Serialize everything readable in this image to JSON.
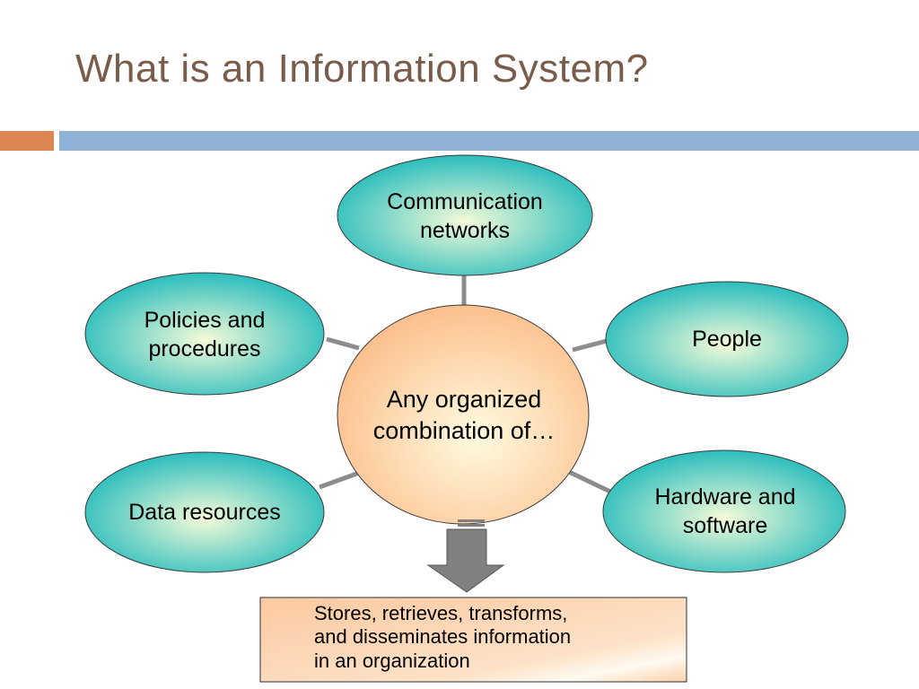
{
  "title": "What is an Information System?",
  "colors": {
    "title": "#7a5c4a",
    "accent_orange": "#dc8752",
    "accent_blue": "#8fb2d6",
    "teal_edge": "#2bbdbd",
    "teal_center": "#f5fbd8",
    "orange_center": "#fffbe0",
    "orange_edge": "#fcc08e",
    "connector": "#8c8c8c",
    "arrow": "#808080"
  },
  "diagram": {
    "center": "Any organized combination of…",
    "components": [
      {
        "id": "communication",
        "label": "Communication\nnetworks"
      },
      {
        "id": "people",
        "label": "People"
      },
      {
        "id": "hardware",
        "label": "Hardware and\nsoftware"
      },
      {
        "id": "data",
        "label": "Data resources"
      },
      {
        "id": "policies",
        "label": "Policies and\nprocedures"
      }
    ],
    "outcome": "Stores, retrieves, transforms,\nand disseminates information\nin an organization"
  }
}
